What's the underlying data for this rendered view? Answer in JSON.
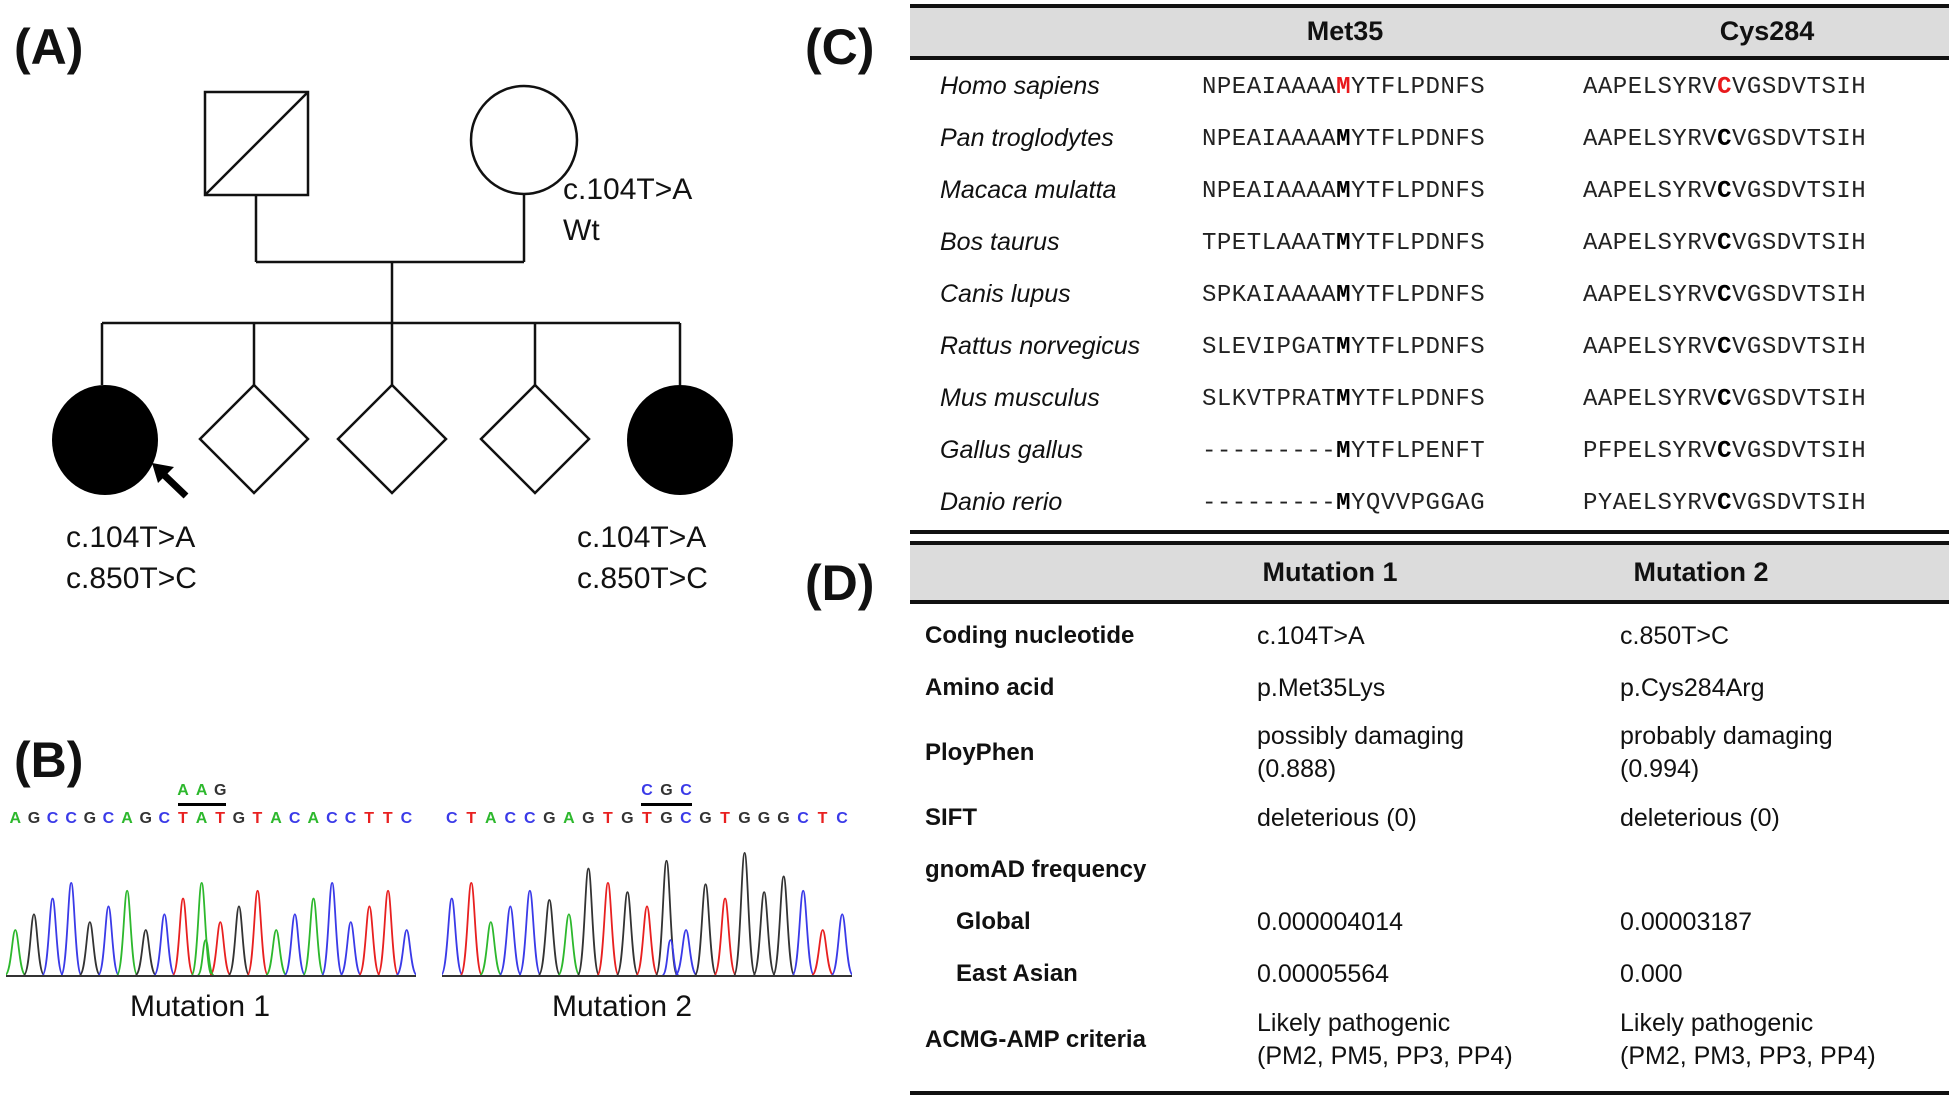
{
  "panels": {
    "a": "(A)",
    "b": "(B)",
    "c": "(C)",
    "d": "(D)"
  },
  "pedigree": {
    "father": {
      "symbol": "square",
      "status": "deceased"
    },
    "mother": {
      "symbol": "circle",
      "status": "unaffected",
      "genotype": [
        "c.104T>A",
        "Wt"
      ]
    },
    "children": [
      {
        "symbol": "circle",
        "status": "affected",
        "proband": true,
        "genotype": [
          "c.104T>A",
          "c.850T>C"
        ]
      },
      {
        "symbol": "diamond",
        "status": "unaffected"
      },
      {
        "symbol": "diamond",
        "status": "unaffected"
      },
      {
        "symbol": "diamond",
        "status": "unaffected"
      },
      {
        "symbol": "circle",
        "status": "affected",
        "proband": false,
        "genotype": [
          "c.104T>A",
          "c.850T>C"
        ]
      }
    ]
  },
  "chromatograms": [
    {
      "caption": "Mutation 1",
      "mutant_codon": [
        "A",
        "A",
        "G"
      ],
      "bases": [
        "A",
        "G",
        "C",
        "C",
        "G",
        "C",
        "A",
        "G",
        "C",
        "T",
        "A",
        "T",
        "G",
        "T",
        "A",
        "C",
        "A",
        "C",
        "C",
        "T",
        "T",
        "C"
      ],
      "codon_start": 9
    },
    {
      "caption": "Mutation 2",
      "mutant_codon": [
        "C",
        "G",
        "C"
      ],
      "bases": [
        "C",
        "T",
        "A",
        "C",
        "C",
        "G",
        "A",
        "G",
        "T",
        "G",
        "T",
        "G",
        "C",
        "G",
        "T",
        "G",
        "G",
        "G",
        "C",
        "T",
        "C"
      ],
      "codon_start": 10
    }
  ],
  "base_colors": {
    "A": "#2db82d",
    "C": "#3a3ae8",
    "G": "#333333",
    "T": "#e82020"
  },
  "conservation": {
    "headers": [
      "Met35",
      "Cys284"
    ],
    "highlight_color": "#e8191c",
    "rows": [
      {
        "species": "Homo sapiens",
        "s1": [
          "NPEAIAAAA",
          "M",
          "YTFLPDNFS"
        ],
        "s2": [
          "AAPELSYRV",
          "C",
          "VGSDVTSIH"
        ],
        "highlight": true
      },
      {
        "species": "Pan troglodytes",
        "s1": [
          "NPEAIAAAA",
          "M",
          "YTFLPDNFS"
        ],
        "s2": [
          "AAPELSYRV",
          "C",
          "VGSDVTSIH"
        ]
      },
      {
        "species": "Macaca mulatta",
        "s1": [
          "NPEAIAAAA",
          "M",
          "YTFLPDNFS"
        ],
        "s2": [
          "AAPELSYRV",
          "C",
          "VGSDVTSIH"
        ]
      },
      {
        "species": "Bos taurus",
        "s1": [
          "TPETLAAAT",
          "M",
          "YTFLPDNFS"
        ],
        "s2": [
          "AAPELSYRV",
          "C",
          "VGSDVTSIH"
        ]
      },
      {
        "species": "Canis lupus",
        "s1": [
          "SPKAIAAAA",
          "M",
          "YTFLPDNFS"
        ],
        "s2": [
          "AAPELSYRV",
          "C",
          "VGSDVTSIH"
        ]
      },
      {
        "species": "Rattus norvegicus",
        "s1": [
          "SLEVIPGAT",
          "M",
          "YTFLPDNFS"
        ],
        "s2": [
          "AAPELSYRV",
          "C",
          "VGSDVTSIH"
        ]
      },
      {
        "species": "Mus musculus",
        "s1": [
          "SLKVTPRAT",
          "M",
          "YTFLPDNFS"
        ],
        "s2": [
          "AAPELSYRV",
          "C",
          "VGSDVTSIH"
        ]
      },
      {
        "species": "Gallus gallus",
        "s1": [
          "---------",
          "M",
          "YTFLPENFT"
        ],
        "s2": [
          "PFPELSYRV",
          "C",
          "VGSDVTSIH"
        ]
      },
      {
        "species": "Danio rerio",
        "s1": [
          "---------",
          "M",
          "YQVVPGGAG"
        ],
        "s2": [
          "PYAELSYRV",
          "C",
          "VGSDVTSIH"
        ]
      }
    ]
  },
  "summary": {
    "headers": [
      "Mutation  1",
      "Mutation  2"
    ],
    "rows": [
      {
        "label": "Coding nucleotide",
        "m1": [
          "c.104T>A"
        ],
        "m2": [
          "c.850T>C"
        ]
      },
      {
        "label": "Amino acid",
        "m1": [
          "p.Met35Lys"
        ],
        "m2": [
          "p.Cys284Arg"
        ]
      },
      {
        "label": "PloyPhen",
        "m1": [
          "possibly damaging",
          "(0.888)"
        ],
        "m2": [
          "probably damaging",
          "(0.994)"
        ]
      },
      {
        "label": "SIFT",
        "m1": [
          "deleterious (0)"
        ],
        "m2": [
          "deleterious (0)"
        ]
      },
      {
        "label": "gnomAD frequency",
        "m1": [],
        "m2": []
      },
      {
        "label": "Global",
        "indent": true,
        "m1": [
          "0.000004014"
        ],
        "m2": [
          "0.00003187"
        ]
      },
      {
        "label": "East Asian",
        "indent": true,
        "m1": [
          "0.00005564"
        ],
        "m2": [
          "0.000"
        ]
      },
      {
        "label": "ACMG-AMP criteria",
        "m1": [
          "Likely pathogenic",
          "(PM2, PM5, PP3, PP4)"
        ],
        "m2": [
          "Likely pathogenic",
          "(PM2, PM3, PP3, PP4)"
        ]
      }
    ]
  }
}
